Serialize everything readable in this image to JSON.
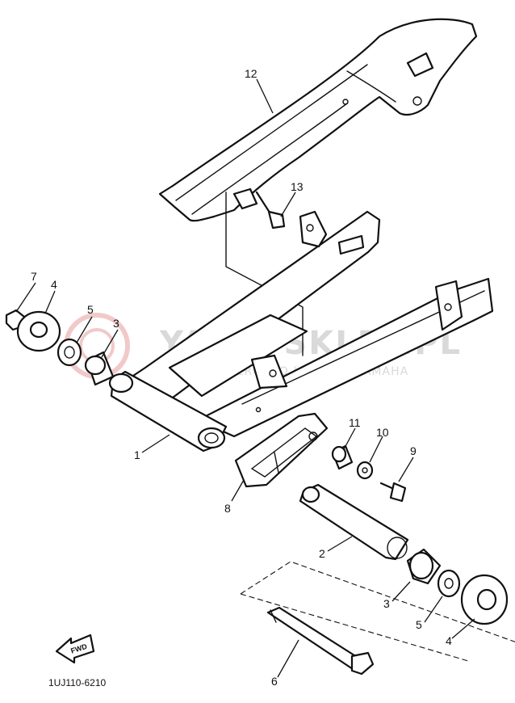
{
  "diagram": {
    "watermark": {
      "brand": "YAMA-SKLEP.PL",
      "tagline": "WYŁĄCZNE ŹRÓDŁO | DEALER YAMAHA"
    },
    "drawing_code": "1UJ110-6210",
    "fwd_label": "FWD",
    "callouts": [
      {
        "id": "c1",
        "text": "1"
      },
      {
        "id": "c2",
        "text": "2"
      },
      {
        "id": "c3a",
        "text": "3"
      },
      {
        "id": "c3b",
        "text": "3"
      },
      {
        "id": "c4a",
        "text": "4"
      },
      {
        "id": "c4b",
        "text": "4"
      },
      {
        "id": "c5a",
        "text": "5"
      },
      {
        "id": "c5b",
        "text": "5"
      },
      {
        "id": "c6",
        "text": "6"
      },
      {
        "id": "c7",
        "text": "7"
      },
      {
        "id": "c8",
        "text": "8"
      },
      {
        "id": "c9",
        "text": "9"
      },
      {
        "id": "c10",
        "text": "10"
      },
      {
        "id": "c11",
        "text": "11"
      },
      {
        "id": "c12",
        "text": "12"
      },
      {
        "id": "c13",
        "text": "13"
      }
    ]
  }
}
